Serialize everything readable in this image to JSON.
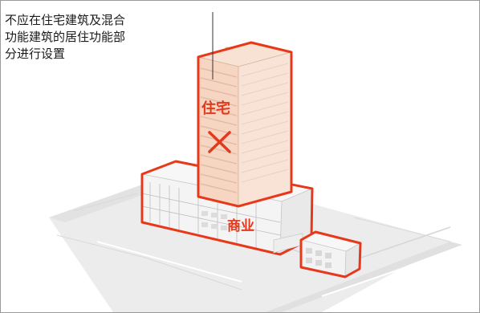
{
  "caption": {
    "lines": [
      "不应在住宅建筑及混合",
      "功能建筑的居住功能部",
      "分进行设置"
    ]
  },
  "labels": {
    "residential": "住宅",
    "commercial": "商业"
  },
  "icons": {
    "prohibited": "cross-mark-icon"
  },
  "colors": {
    "highlight_outline": "#e8381a",
    "tower_fill": "#f6d5c2",
    "podium_fill": "#f2f2f2",
    "ground_fill": "#e6e6e6"
  }
}
